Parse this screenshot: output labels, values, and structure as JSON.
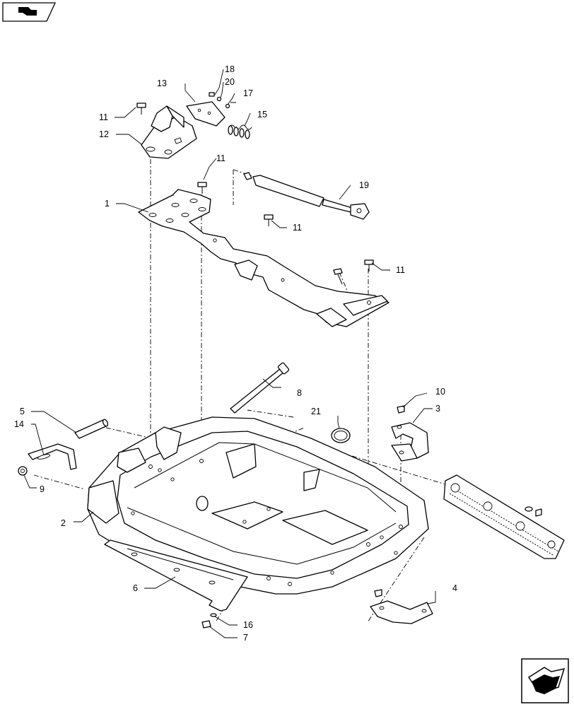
{
  "diagram": {
    "callouts": [
      "1",
      "2",
      "3",
      "4",
      "5",
      "6",
      "7",
      "8",
      "9",
      "10",
      "11",
      "11",
      "11",
      "11",
      "12",
      "13",
      "14",
      "15",
      "16",
      "17",
      "18",
      "19",
      "20",
      "21"
    ],
    "icons": {
      "top_left": "diagram-nav-icon",
      "bottom_right": "next-page-arrow-icon"
    }
  }
}
